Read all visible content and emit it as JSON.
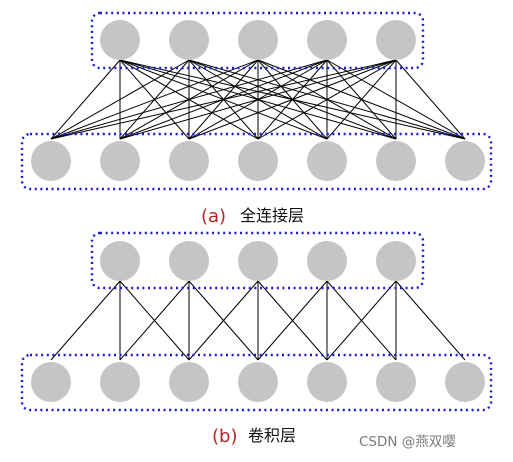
{
  "colors": {
    "node_fill": "#c5c5c5",
    "box_stroke": "#1a1ad6",
    "edge_stroke": "#000000",
    "caption_letter": "#b4252b"
  },
  "diagrams": [
    {
      "id": "a",
      "caption_letter": "(a)",
      "caption_text": "全连接层",
      "top_node_count": 5,
      "bottom_node_count": 7,
      "connection": "full"
    },
    {
      "id": "b",
      "caption_letter": "(b)",
      "caption_text": "卷积层",
      "top_node_count": 5,
      "bottom_node_count": 7,
      "connection": "local",
      "kernel_size": 3
    }
  ],
  "watermark": "CSDN @燕双嘤"
}
